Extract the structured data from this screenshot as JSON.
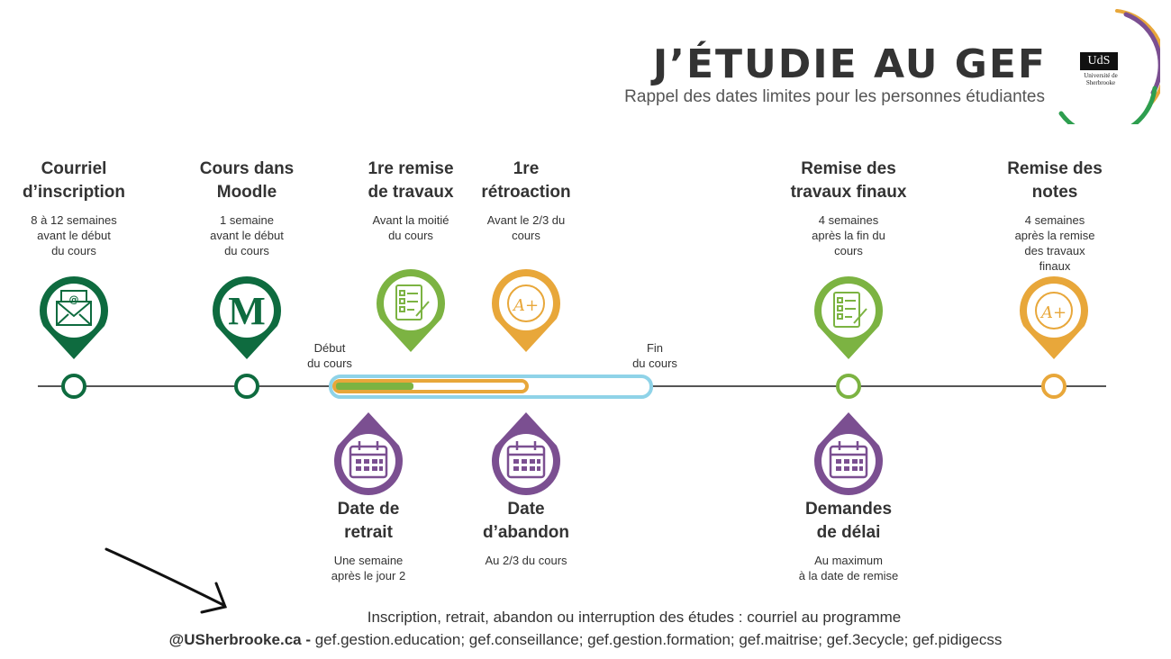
{
  "header": {
    "title": "J’ÉTUDIE AU GEF",
    "subtitle": "Rappel des dates limites pour les personnes étudiantes"
  },
  "logo": {
    "box_text": "UdS",
    "caption_line1": "Université de",
    "caption_line2": "Sherbrooke"
  },
  "timeline": {
    "start_label_line1": "Début",
    "start_label_line2": "du cours",
    "end_label_line1": "Fin",
    "end_label_line2": "du cours",
    "events_top": [
      {
        "title1": "Courriel",
        "title2": "d’inscription",
        "desc": [
          "8 à 12 semaines",
          "avant le début",
          "du cours"
        ],
        "icon": "email-icon"
      },
      {
        "title1": "Cours dans",
        "title2": "Moodle",
        "desc": [
          "1 semaine",
          "avant le début",
          "du cours"
        ],
        "icon": "moodle-icon",
        "icon_letter": "M"
      },
      {
        "title1": "1re remise",
        "title2": "de travaux",
        "desc": [
          "Avant la moitié",
          "du cours"
        ],
        "icon": "checklist-icon"
      },
      {
        "title1": "1re",
        "title2": "rétroaction",
        "desc": [
          "Avant le 2/3 du",
          "cours"
        ],
        "icon": "grade-icon",
        "icon_letter": "A+"
      },
      {
        "title1": "Remise des",
        "title2": "travaux finaux",
        "desc": [
          "4 semaines",
          "après la fin du",
          "cours"
        ],
        "icon": "checklist-icon"
      },
      {
        "title1": "Remise des",
        "title2": "notes",
        "desc": [
          "4 semaines",
          "après la remise",
          "des travaux",
          "finaux"
        ],
        "icon": "grade-icon",
        "icon_letter": "A+"
      }
    ],
    "events_bottom": [
      {
        "title1": "Date de",
        "title2": "retrait",
        "desc": [
          "Une semaine",
          "après le jour 2"
        ],
        "icon": "calendar-icon"
      },
      {
        "title1": "Date",
        "title2": "d’abandon",
        "desc": [
          "Au 2/3 du cours"
        ],
        "icon": "calendar-icon"
      },
      {
        "title1": "Demandes",
        "title2": "de délai",
        "desc": [
          "Au maximum",
          "à la date de remise"
        ],
        "icon": "calendar-icon"
      }
    ]
  },
  "footer": {
    "line1": "Inscription, retrait, abandon ou interruption des études : courriel au programme",
    "handle": "@USherbrooke.ca -",
    "emails": "gef.gestion.education; gef.conseillance; gef.gestion.formation; gef.maitrise; gef.3ecycle; gef.pidigecss"
  },
  "colors": {
    "dark_green": "#0e6b3f",
    "light_green": "#7cb342",
    "orange": "#e8a73a",
    "purple": "#7b4f91",
    "light_blue": "#8fd3e8",
    "text": "#333333"
  }
}
